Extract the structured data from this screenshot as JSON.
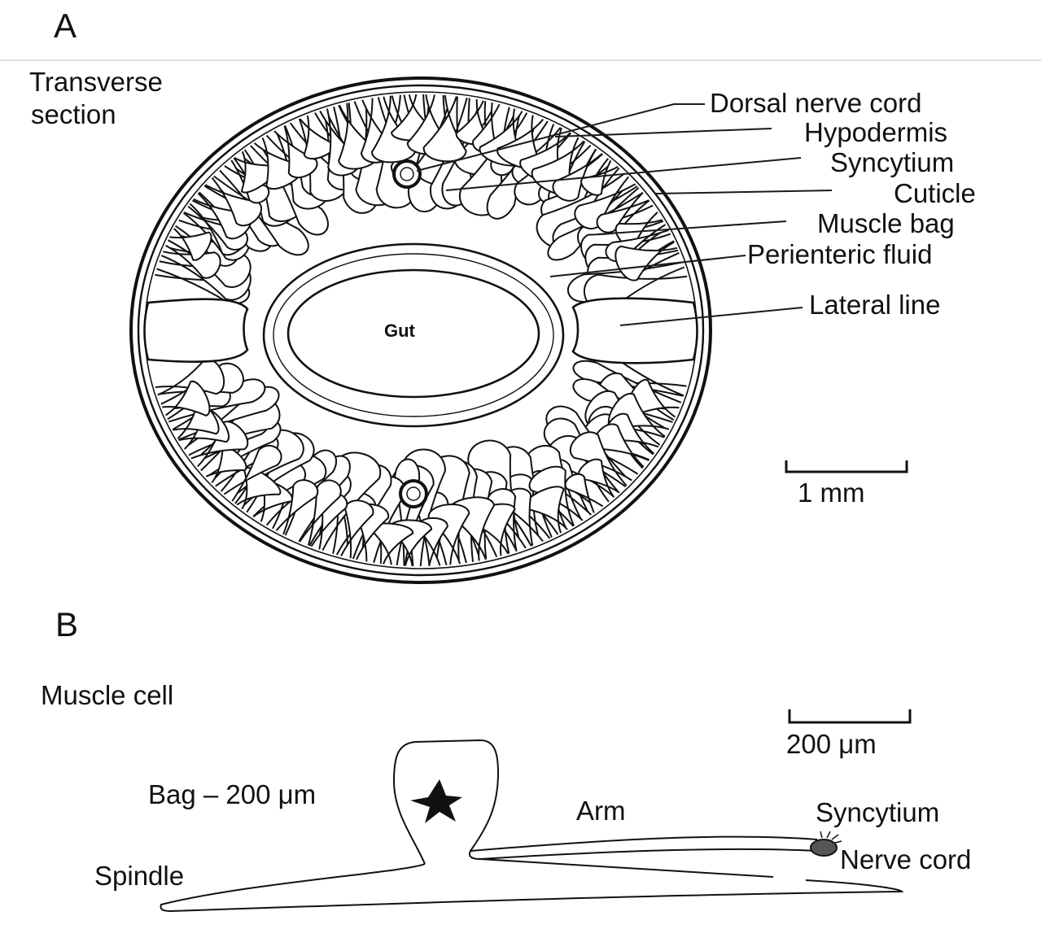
{
  "panel_a": {
    "letter": "A",
    "section_title_line1": "Transverse",
    "section_title_line2": "section",
    "gut_label": "Gut",
    "labels": [
      "Dorsal nerve cord",
      "Hypodermis",
      "Syncytium",
      "Cuticle",
      "Muscle bag",
      "Perienteric fluid",
      "Lateral line"
    ],
    "scale_bar_label": "1 mm"
  },
  "panel_b": {
    "letter": "B",
    "title": "Muscle cell",
    "labels": {
      "bag": "Bag – 200 μm",
      "arm": "Arm",
      "syncytium": "Syncytium",
      "nerve_cord": "Nerve cord",
      "spindle": "Spindle"
    },
    "scale_bar_label": "200 μm"
  }
}
